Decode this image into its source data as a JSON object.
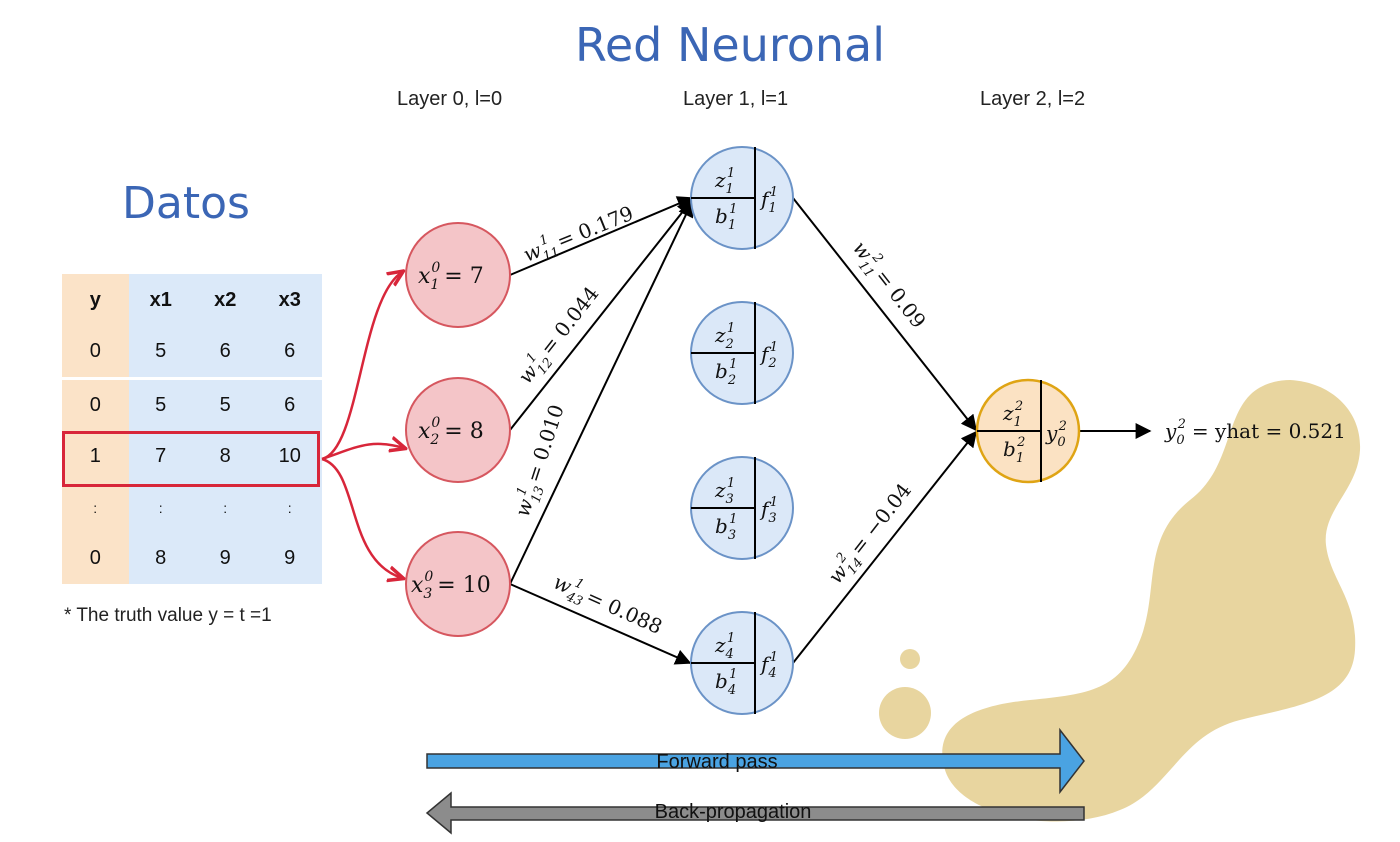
{
  "title": "Red Neuronal",
  "data_title": "Datos",
  "layers": [
    "Layer 0, l=0",
    "Layer 1, l=1",
    "Layer 2, l=2"
  ],
  "table": {
    "headers": [
      "y",
      "x1",
      "x2",
      "x3"
    ],
    "rows": [
      [
        "0",
        "5",
        "6",
        "6"
      ],
      [
        "0",
        "5",
        "5",
        "6"
      ],
      [
        "1",
        "7",
        "8",
        "10"
      ],
      [
        ":",
        ":",
        ":",
        ":"
      ],
      [
        "0",
        "8",
        "9",
        "9"
      ]
    ],
    "highlighted_row": 2
  },
  "truth_note": "* The truth value y = t =1",
  "input_nodes": [
    {
      "var": "x",
      "sub": "1",
      "sup": "0",
      "value": "7"
    },
    {
      "var": "x",
      "sub": "2",
      "sup": "0",
      "value": "8"
    },
    {
      "var": "x",
      "sub": "3",
      "sup": "0",
      "value": "10"
    }
  ],
  "hidden_nodes": [
    {
      "z": "z",
      "z_sub": "1",
      "z_sup": "1",
      "b": "b",
      "b_sub": "1",
      "b_sup": "1",
      "f": "f",
      "f_sub": "1",
      "f_sup": "1"
    },
    {
      "z": "z",
      "z_sub": "2",
      "z_sup": "1",
      "b": "b",
      "b_sub": "2",
      "b_sup": "1",
      "f": "f",
      "f_sub": "2",
      "f_sup": "1"
    },
    {
      "z": "z",
      "z_sub": "3",
      "z_sup": "1",
      "b": "b",
      "b_sub": "3",
      "b_sup": "1",
      "f": "f",
      "f_sub": "3",
      "f_sup": "1"
    },
    {
      "z": "z",
      "z_sub": "4",
      "z_sup": "1",
      "b": "b",
      "b_sub": "4",
      "b_sup": "1",
      "f": "f",
      "f_sub": "4",
      "f_sup": "1"
    }
  ],
  "output_node": {
    "z": "z",
    "z_sub": "1",
    "z_sup": "2",
    "b": "b",
    "b_sub": "1",
    "b_sup": "2",
    "y": "y",
    "y_sub": "0",
    "y_sup": "2"
  },
  "weights": {
    "w11_1": {
      "sub": "11",
      "sup": "1",
      "value": "= 0.179"
    },
    "w12_1": {
      "sub": "12",
      "sup": "1",
      "value": "= 0.044"
    },
    "w13_1": {
      "sub": "13",
      "sup": "1",
      "value": "= 0.010"
    },
    "w43_1": {
      "sub": "43",
      "sup": "1",
      "value": "= 0.088"
    },
    "w11_2": {
      "sub": "11",
      "sup": "2",
      "value": "= 0.09"
    },
    "w14_2": {
      "sub": "14",
      "sup": "2",
      "value": "= −0.04"
    }
  },
  "output_label": {
    "sub": "0",
    "sup": "2",
    "text": "= yhat = 0.521"
  },
  "forward_label": "Forward pass",
  "backprop_label": "Back-propagation",
  "colors": {
    "title": "#3b66b5",
    "input_fill": "#f4c5c8",
    "input_stroke": "#d6575f",
    "hidden_fill": "#dbe8f8",
    "hidden_stroke": "#6b93c7",
    "output_fill": "#fbe2c3",
    "output_stroke": "#dfa414",
    "red_arrow": "#d8263a",
    "forward_bar": "#4aa3e2",
    "back_bar": "#8c8c8c",
    "blob": "#e8d59f"
  }
}
